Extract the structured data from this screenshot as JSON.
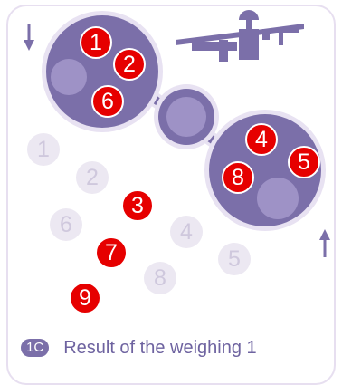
{
  "caption": {
    "badge": "1C",
    "text": "Result of the weighing 1"
  },
  "colors": {
    "plate": "#7b6fa9",
    "plate_hole": "#9e92c6",
    "coin_red": "#e60000",
    "coin_ghost": "#ece8f2",
    "coin_ghost_text": "#cfc8dd",
    "frame": "#e7dff0"
  },
  "scale": {
    "state": "left pan up, right pan down",
    "left_pan_coins": [
      "1",
      "2",
      "6"
    ],
    "right_pan_coins": [
      "4",
      "8",
      "5"
    ]
  },
  "remaining_red_coins": [
    "3",
    "7",
    "9"
  ],
  "ghost_coins": [
    "1",
    "2",
    "6",
    "4",
    "8",
    "5"
  ],
  "icons": {
    "left_arrow": "arrow-down-icon",
    "right_arrow": "arrow-up-icon",
    "legend": "balance-scale-icon"
  }
}
